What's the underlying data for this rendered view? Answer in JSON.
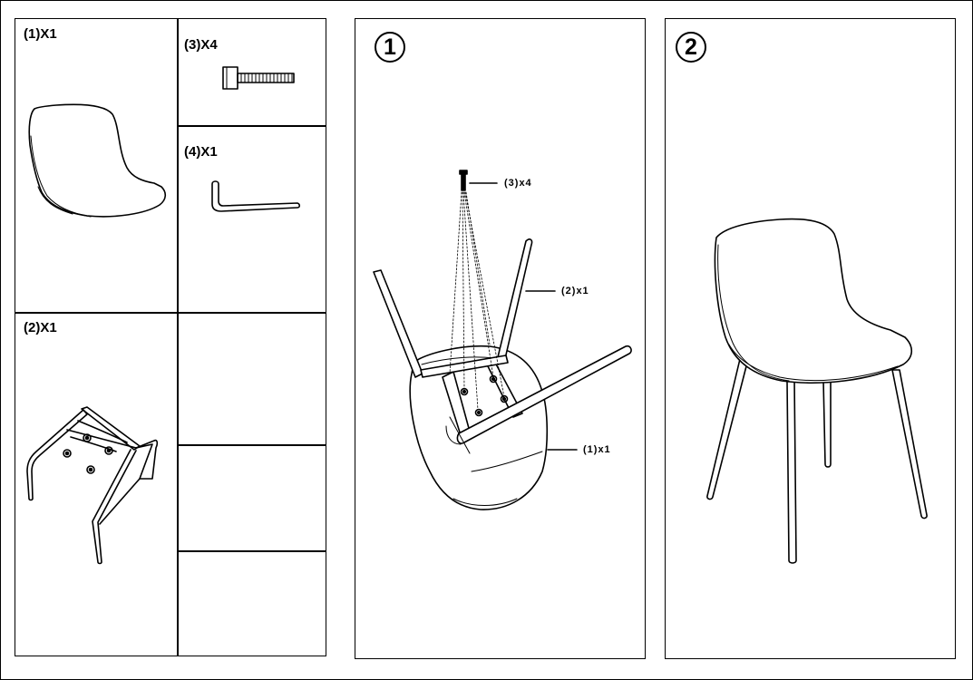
{
  "parts": {
    "seat_label": "(1)X1",
    "bolts_label": "(3)X4",
    "wrench_label": "(4)X1",
    "frame_label": "(2)X1"
  },
  "step1": {
    "number": "1",
    "bolts_callout": "(3)x4",
    "frame_callout": "(2)x1",
    "seat_callout": "(1)x1"
  },
  "step2": {
    "number": "2"
  },
  "icons": [
    "seat-shell",
    "bolt",
    "allen-key",
    "leg-frame",
    "inverted-chair-assembly",
    "assembled-chair"
  ]
}
